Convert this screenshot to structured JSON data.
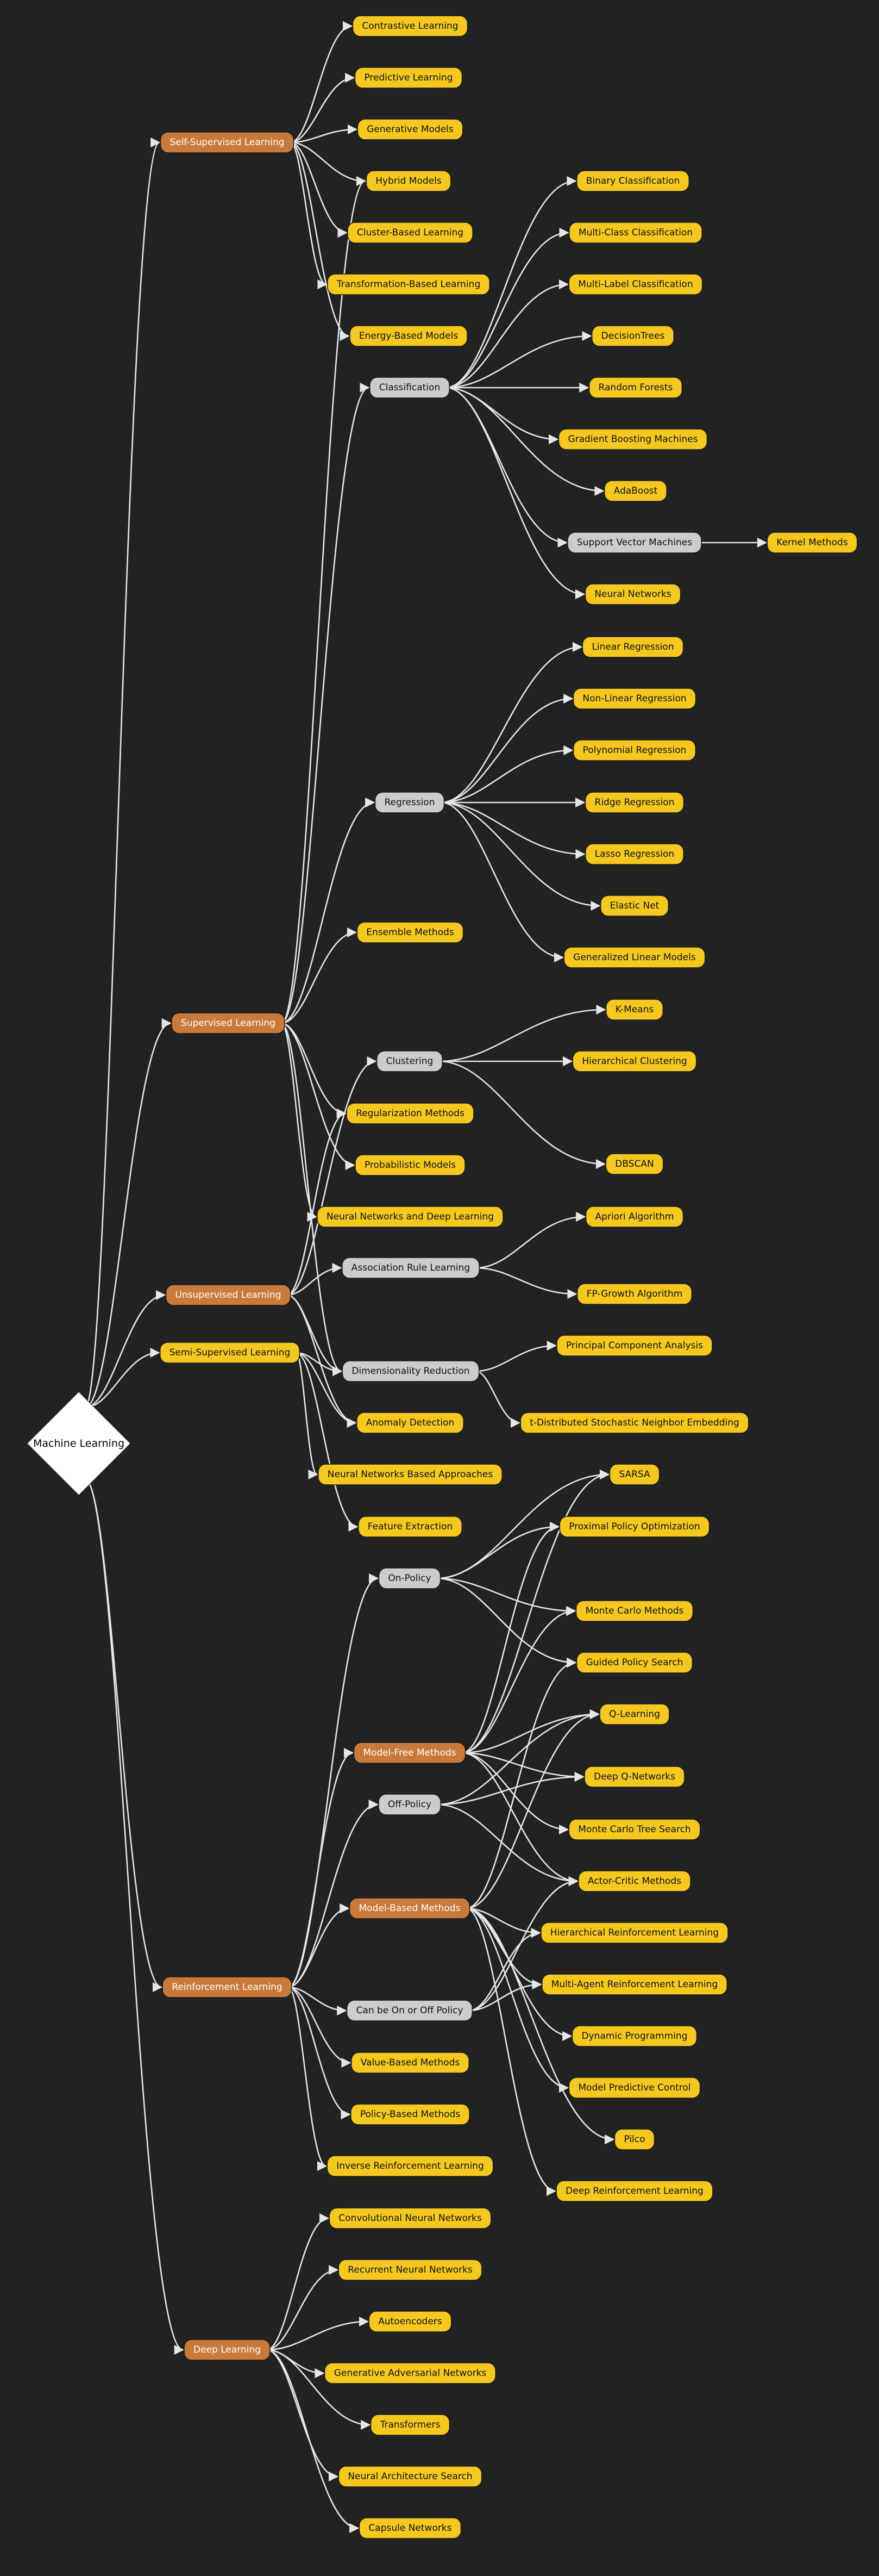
{
  "colors": {
    "background": "#222222",
    "category_fill": "#c97a3a",
    "category_text": "#ffffff",
    "leaf_fill": "#f5c81f",
    "leaf_text": "#111111",
    "group_fill": "#cccccc",
    "group_text": "#111111",
    "root_fill": "#ffffff",
    "edge": "#e6e6e6"
  },
  "nodes": [
    {
      "id": "ml",
      "label": "Machine Learning",
      "type": "root"
    },
    {
      "id": "ssl",
      "label": "Self-Supervised Learning",
      "type": "category"
    },
    {
      "id": "sl",
      "label": "Supervised Learning",
      "type": "category"
    },
    {
      "id": "ul",
      "label": "Unsupervised Learning",
      "type": "category"
    },
    {
      "id": "semi",
      "label": "Semi-Supervised Learning",
      "type": "leaf"
    },
    {
      "id": "rl",
      "label": "Reinforcement Learning",
      "type": "category"
    },
    {
      "id": "dl",
      "label": "Deep Learning",
      "type": "category"
    },
    {
      "id": "contrastive",
      "label": "Contrastive Learning",
      "type": "leaf"
    },
    {
      "id": "predictive",
      "label": "Predictive Learning",
      "type": "leaf"
    },
    {
      "id": "generative",
      "label": "Generative Models",
      "type": "leaf"
    },
    {
      "id": "hybrid",
      "label": "Hybrid Models",
      "type": "leaf"
    },
    {
      "id": "clusterbased",
      "label": "Cluster-Based Learning",
      "type": "leaf"
    },
    {
      "id": "transformation",
      "label": "Transformation-Based Learning",
      "type": "leaf"
    },
    {
      "id": "energy",
      "label": "Energy-Based Models",
      "type": "leaf"
    },
    {
      "id": "classification",
      "label": "Classification",
      "type": "group"
    },
    {
      "id": "binary",
      "label": "Binary Classification",
      "type": "leaf"
    },
    {
      "id": "multiclass",
      "label": "Multi-Class Classification",
      "type": "leaf"
    },
    {
      "id": "multilabel",
      "label": "Multi-Label Classification",
      "type": "leaf"
    },
    {
      "id": "dtrees",
      "label": "DecisionTrees",
      "type": "leaf"
    },
    {
      "id": "rforests",
      "label": "Random Forests",
      "type": "leaf"
    },
    {
      "id": "gbm",
      "label": "Gradient Boosting Machines",
      "type": "leaf"
    },
    {
      "id": "adaboost",
      "label": "AdaBoost",
      "type": "leaf"
    },
    {
      "id": "svm",
      "label": "Support Vector Machines",
      "type": "group"
    },
    {
      "id": "kernel",
      "label": "Kernel Methods",
      "type": "leaf"
    },
    {
      "id": "nn",
      "label": "Neural Networks",
      "type": "leaf"
    },
    {
      "id": "regression",
      "label": "Regression",
      "type": "group"
    },
    {
      "id": "linreg",
      "label": "Linear Regression",
      "type": "leaf"
    },
    {
      "id": "nonlinreg",
      "label": "Non-Linear Regression",
      "type": "leaf"
    },
    {
      "id": "polyreg",
      "label": "Polynomial Regression",
      "type": "leaf"
    },
    {
      "id": "ridge",
      "label": "Ridge Regression",
      "type": "leaf"
    },
    {
      "id": "lasso",
      "label": "Lasso Regression",
      "type": "leaf"
    },
    {
      "id": "elastic",
      "label": "Elastic Net",
      "type": "leaf"
    },
    {
      "id": "glm",
      "label": "Generalized Linear Models",
      "type": "leaf"
    },
    {
      "id": "ensemble",
      "label": "Ensemble Methods",
      "type": "leaf"
    },
    {
      "id": "clustering",
      "label": "Clustering",
      "type": "group"
    },
    {
      "id": "kmeans",
      "label": "K-Means",
      "type": "leaf"
    },
    {
      "id": "hier",
      "label": "Hierarchical Clustering",
      "type": "leaf"
    },
    {
      "id": "regmethods",
      "label": "Regularization Methods",
      "type": "leaf"
    },
    {
      "id": "dbscan",
      "label": "DBSCAN",
      "type": "leaf"
    },
    {
      "id": "prob",
      "label": "Probabilistic Models",
      "type": "leaf"
    },
    {
      "id": "nndl",
      "label": "Neural Networks and Deep Learning",
      "type": "leaf"
    },
    {
      "id": "apriori",
      "label": "Apriori Algorithm",
      "type": "leaf"
    },
    {
      "id": "assoc",
      "label": "Association Rule Learning",
      "type": "group"
    },
    {
      "id": "fpgrowth",
      "label": "FP-Growth Algorithm",
      "type": "leaf"
    },
    {
      "id": "pca",
      "label": "Principal Component Analysis",
      "type": "leaf"
    },
    {
      "id": "dimred",
      "label": "Dimensionality Reduction",
      "type": "group"
    },
    {
      "id": "tsne",
      "label": "t-Distributed Stochastic Neighbor Embedding",
      "type": "leaf"
    },
    {
      "id": "anomaly",
      "label": "Anomaly Detection",
      "type": "leaf"
    },
    {
      "id": "nnbased",
      "label": "Neural Networks Based Approaches",
      "type": "leaf"
    },
    {
      "id": "sarsa",
      "label": "SARSA",
      "type": "leaf"
    },
    {
      "id": "feature",
      "label": "Feature Extraction",
      "type": "leaf"
    },
    {
      "id": "ppo",
      "label": "Proximal Policy Optimization",
      "type": "leaf"
    },
    {
      "id": "onpolicy",
      "label": "On-Policy",
      "type": "group"
    },
    {
      "id": "montecarlo",
      "label": "Monte Carlo Methods",
      "type": "leaf"
    },
    {
      "id": "gps",
      "label": "Guided Policy Search",
      "type": "leaf"
    },
    {
      "id": "qlearning",
      "label": "Q-Learning",
      "type": "leaf"
    },
    {
      "id": "modelfree",
      "label": "Model-Free Methods",
      "type": "category"
    },
    {
      "id": "dqn",
      "label": "Deep Q-Networks",
      "type": "leaf"
    },
    {
      "id": "offpolicy",
      "label": "Off-Policy",
      "type": "group"
    },
    {
      "id": "mcts",
      "label": "Monte Carlo Tree Search",
      "type": "leaf"
    },
    {
      "id": "actorcritic",
      "label": "Actor-Critic Methods",
      "type": "leaf"
    },
    {
      "id": "modelbased",
      "label": "Model-Based Methods",
      "type": "category"
    },
    {
      "id": "hrl",
      "label": "Hierarchical Reinforcement Learning",
      "type": "leaf"
    },
    {
      "id": "marl",
      "label": "Multi-Agent Reinforcement Learning",
      "type": "leaf"
    },
    {
      "id": "onoff",
      "label": "Can be On or Off Policy",
      "type": "group"
    },
    {
      "id": "dynprog",
      "label": "Dynamic Programming",
      "type": "leaf"
    },
    {
      "id": "valuebased",
      "label": "Value-Based Methods",
      "type": "leaf"
    },
    {
      "id": "mpc",
      "label": "Model Predictive Control",
      "type": "leaf"
    },
    {
      "id": "policybased",
      "label": "Policy-Based Methods",
      "type": "leaf"
    },
    {
      "id": "pilco",
      "label": "Pilco",
      "type": "leaf"
    },
    {
      "id": "irl",
      "label": "Inverse Reinforcement Learning",
      "type": "leaf"
    },
    {
      "id": "drl",
      "label": "Deep Reinforcement Learning",
      "type": "leaf"
    },
    {
      "id": "cnn",
      "label": "Convolutional Neural Networks",
      "type": "leaf"
    },
    {
      "id": "rnn",
      "label": "Recurrent Neural Networks",
      "type": "leaf"
    },
    {
      "id": "autoenc",
      "label": "Autoencoders",
      "type": "leaf"
    },
    {
      "id": "gan",
      "label": "Generative Adversarial Networks",
      "type": "leaf"
    },
    {
      "id": "transformers",
      "label": "Transformers",
      "type": "leaf"
    },
    {
      "id": "nas",
      "label": "Neural Architecture Search",
      "type": "leaf"
    },
    {
      "id": "capsule",
      "label": "Capsule Networks",
      "type": "leaf"
    }
  ],
  "edges": [
    [
      "ml",
      "ssl"
    ],
    [
      "ml",
      "sl"
    ],
    [
      "ml",
      "ul"
    ],
    [
      "ml",
      "semi"
    ],
    [
      "ml",
      "rl"
    ],
    [
      "ml",
      "dl"
    ],
    [
      "ssl",
      "contrastive"
    ],
    [
      "ssl",
      "predictive"
    ],
    [
      "ssl",
      "generative"
    ],
    [
      "ssl",
      "hybrid"
    ],
    [
      "ssl",
      "clusterbased"
    ],
    [
      "ssl",
      "transformation"
    ],
    [
      "ssl",
      "energy"
    ],
    [
      "sl",
      "classification"
    ],
    [
      "sl",
      "regression"
    ],
    [
      "sl",
      "ensemble"
    ],
    [
      "sl",
      "regmethods"
    ],
    [
      "sl",
      "prob"
    ],
    [
      "sl",
      "nndl"
    ],
    [
      "sl",
      "dimred"
    ],
    [
      "sl",
      "hybrid"
    ],
    [
      "classification",
      "binary"
    ],
    [
      "classification",
      "multiclass"
    ],
    [
      "classification",
      "multilabel"
    ],
    [
      "classification",
      "dtrees"
    ],
    [
      "classification",
      "rforests"
    ],
    [
      "classification",
      "gbm"
    ],
    [
      "classification",
      "adaboost"
    ],
    [
      "classification",
      "svm"
    ],
    [
      "classification",
      "nn"
    ],
    [
      "svm",
      "kernel"
    ],
    [
      "regression",
      "linreg"
    ],
    [
      "regression",
      "nonlinreg"
    ],
    [
      "regression",
      "polyreg"
    ],
    [
      "regression",
      "ridge"
    ],
    [
      "regression",
      "lasso"
    ],
    [
      "regression",
      "elastic"
    ],
    [
      "regression",
      "glm"
    ],
    [
      "ul",
      "clustering"
    ],
    [
      "ul",
      "assoc"
    ],
    [
      "ul",
      "dimred"
    ],
    [
      "ul",
      "anomaly"
    ],
    [
      "ul",
      "regmethods"
    ],
    [
      "clustering",
      "kmeans"
    ],
    [
      "clustering",
      "hier"
    ],
    [
      "clustering",
      "dbscan"
    ],
    [
      "assoc",
      "apriori"
    ],
    [
      "assoc",
      "fpgrowth"
    ],
    [
      "dimred",
      "pca"
    ],
    [
      "dimred",
      "tsne"
    ],
    [
      "semi",
      "dimred"
    ],
    [
      "semi",
      "anomaly"
    ],
    [
      "semi",
      "nnbased"
    ],
    [
      "semi",
      "feature"
    ],
    [
      "rl",
      "onpolicy"
    ],
    [
      "rl",
      "modelfree"
    ],
    [
      "rl",
      "offpolicy"
    ],
    [
      "rl",
      "modelbased"
    ],
    [
      "rl",
      "onoff"
    ],
    [
      "rl",
      "valuebased"
    ],
    [
      "rl",
      "policybased"
    ],
    [
      "rl",
      "irl"
    ],
    [
      "onpolicy",
      "sarsa"
    ],
    [
      "onpolicy",
      "ppo"
    ],
    [
      "onpolicy",
      "montecarlo"
    ],
    [
      "onpolicy",
      "gps"
    ],
    [
      "modelfree",
      "sarsa"
    ],
    [
      "modelfree",
      "ppo"
    ],
    [
      "modelfree",
      "montecarlo"
    ],
    [
      "modelfree",
      "qlearning"
    ],
    [
      "modelfree",
      "dqn"
    ],
    [
      "modelfree",
      "mcts"
    ],
    [
      "modelfree",
      "actorcritic"
    ],
    [
      "offpolicy",
      "qlearning"
    ],
    [
      "offpolicy",
      "dqn"
    ],
    [
      "offpolicy",
      "actorcritic"
    ],
    [
      "modelbased",
      "gps"
    ],
    [
      "modelbased",
      "qlearning"
    ],
    [
      "modelbased",
      "hrl"
    ],
    [
      "modelbased",
      "marl"
    ],
    [
      "modelbased",
      "dynprog"
    ],
    [
      "modelbased",
      "mpc"
    ],
    [
      "modelbased",
      "pilco"
    ],
    [
      "modelbased",
      "drl"
    ],
    [
      "onoff",
      "actorcritic"
    ],
    [
      "onoff",
      "hrl"
    ],
    [
      "onoff",
      "marl"
    ],
    [
      "dl",
      "cnn"
    ],
    [
      "dl",
      "rnn"
    ],
    [
      "dl",
      "autoenc"
    ],
    [
      "dl",
      "gan"
    ],
    [
      "dl",
      "transformers"
    ],
    [
      "dl",
      "nas"
    ],
    [
      "dl",
      "capsule"
    ]
  ]
}
